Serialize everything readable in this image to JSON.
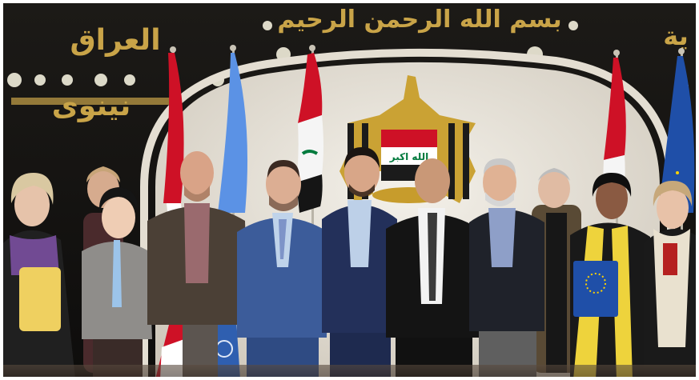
{
  "photo": {
    "wall_text": {
      "top_banner": "بسم الله الرحمن الرحيم",
      "left_line1": "العراق",
      "left_line2": "نينوى",
      "right_fragment": "ية"
    },
    "emblem_script": "الله اكبر",
    "colors": {
      "wall_dark": "#161616",
      "gold": "#c9a448",
      "iraq_red": "#ce1126",
      "iraq_green": "#007a3d",
      "un_blue": "#5b92e5",
      "eu_blue": "#1f4fa8",
      "eu_yellow": "#ffd200"
    }
  }
}
